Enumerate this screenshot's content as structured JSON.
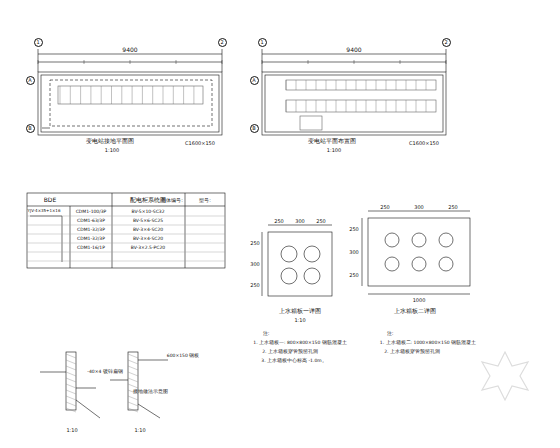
{
  "diagram": {
    "nodes": [
      {
        "text": [
          "1"
        ]
      },
      {
        "text": [
          "2"
        ]
      },
      {
        "text": [
          "A"
        ]
      },
      {
        "text": [
          "B"
        ]
      },
      {
        "text": [
          "1"
        ]
      },
      {
        "text": [
          "2"
        ]
      },
      {
        "text": [
          "A"
        ]
      },
      {
        "text": [
          "B"
        ]
      }
    ],
    "labels": [
      "9400",
      "9400",
      "变电站接地平面图",
      "1:100",
      "C1600×150",
      "变电站平面布置图",
      "1:100",
      "C1600×150",
      "BDE",
      "配电柜系统图",
      "箱体编号:",
      "型号:",
      "YJV-4×35+1×16",
      "CDM1-100/3P",
      "CDM1-63/3P",
      "CDM1-32/3P",
      "CDM1-32/3P",
      "CDM1-16/1P",
      "BV-5×10-SC32",
      "BV-5×6-SC25",
      "BV-3×4-SC20",
      "BV-3×4-SC20",
      "BV-3×2.5-PC20",
      "250",
      "300",
      "250",
      "250",
      "300",
      "250",
      "上水箱板一详图",
      "1:10",
      "250",
      "300",
      "250",
      "250",
      "300",
      "250",
      "1000",
      "上水箱板二详图",
      "注:",
      "1. 上水箱板一: 800×800×150 钢筋混凝土",
      "2. 上水箱板穿管预留孔洞",
      "3. 上水箱板中心标高 -1.0m。",
      "注:",
      "1. 上水箱板二: 1000×800×150 钢筋混凝土",
      "2. 上水箱板穿管预留孔洞",
      "-40×4 镀锌扁钢",
      "接地做法示意图",
      "600×150 钢板",
      "1:10",
      "1:10"
    ]
  }
}
